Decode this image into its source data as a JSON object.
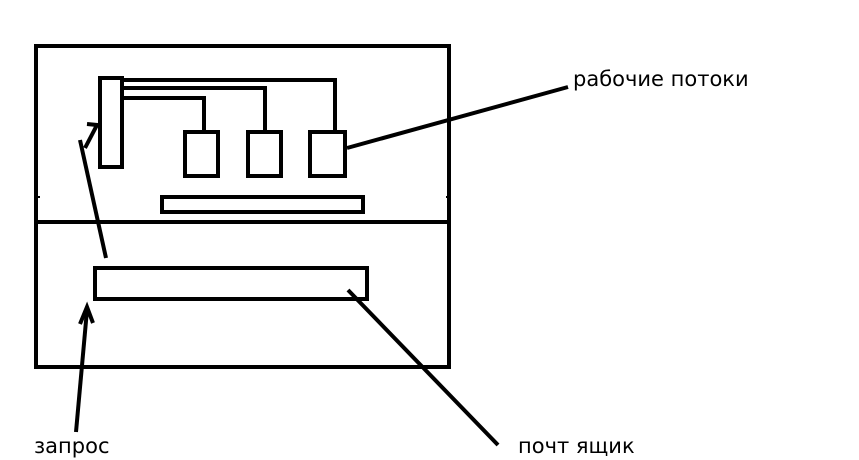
{
  "labels": {
    "worker_threads": "рабочие потоки",
    "request": "запрос",
    "mailbox": "почт ящик"
  },
  "colors": {
    "stroke": "#000000",
    "background": "#ffffff"
  }
}
